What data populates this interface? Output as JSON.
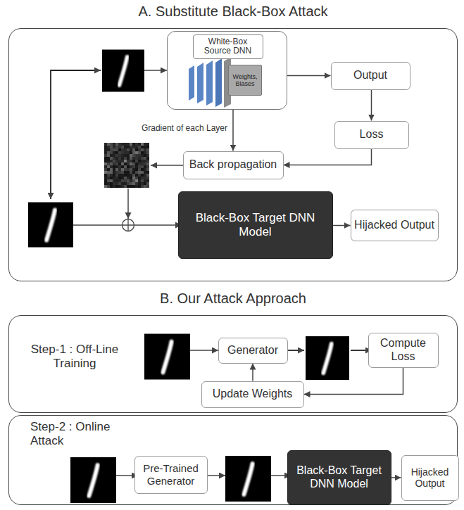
{
  "diagram": {
    "nodes": [
      {
        "text": [
          "A. Substitute Black-Box Attack"
        ]
      },
      {
        "text": [
          "White-Box Source DNN"
        ],
        "in": 0
      },
      {
        "text": [
          "Weights, Biases"
        ],
        "in": 1
      },
      {
        "text": [
          "Output"
        ],
        "in": 0
      },
      {
        "text": [
          "Loss"
        ],
        "in": 0
      },
      {
        "text": [
          "Back propagation"
        ],
        "in": 0
      },
      {
        "text": [
          "Black-Box Target DNN Model"
        ],
        "in": 0
      },
      {
        "text": [
          "Hijacked Output"
        ],
        "in": 0
      },
      {
        "text": [
          "B. Our Attack Approach",
          "Step-1 : Off-Line Training"
        ]
      },
      {
        "text": [
          "Generator"
        ],
        "in": 8
      },
      {
        "text": [
          "Compute Loss"
        ],
        "in": 8
      },
      {
        "text": [
          "Update Weights"
        ],
        "in": 8
      },
      {
        "text": [
          "Step-2 : Online Attack"
        ]
      },
      {
        "text": [
          "Pre-Trained Generator"
        ],
        "in": 12
      },
      {
        "text": [
          "Black-Box Target DNN Model"
        ],
        "in": 12
      },
      {
        "text": [
          "Hijacked Output"
        ],
        "in": 12
      }
    ],
    "edges": [
      {
        "from": 1,
        "to": 3,
        "arrow": "to"
      },
      {
        "from": 3,
        "to": 4,
        "arrow": "to"
      },
      {
        "from": 4,
        "to": 5,
        "arrow": "to"
      },
      {
        "from": 1,
        "to": 5,
        "arrow": "to"
      },
      {
        "from": 6,
        "to": 7,
        "arrow": "to"
      },
      {
        "from": 10,
        "to": 11,
        "arrow": "to"
      },
      {
        "from": 11,
        "to": 9,
        "arrow": "to"
      },
      {
        "from": 14,
        "to": 15,
        "arrow": "to"
      }
    ],
    "labels": [
      "Gradient of each Layer"
    ]
  }
}
